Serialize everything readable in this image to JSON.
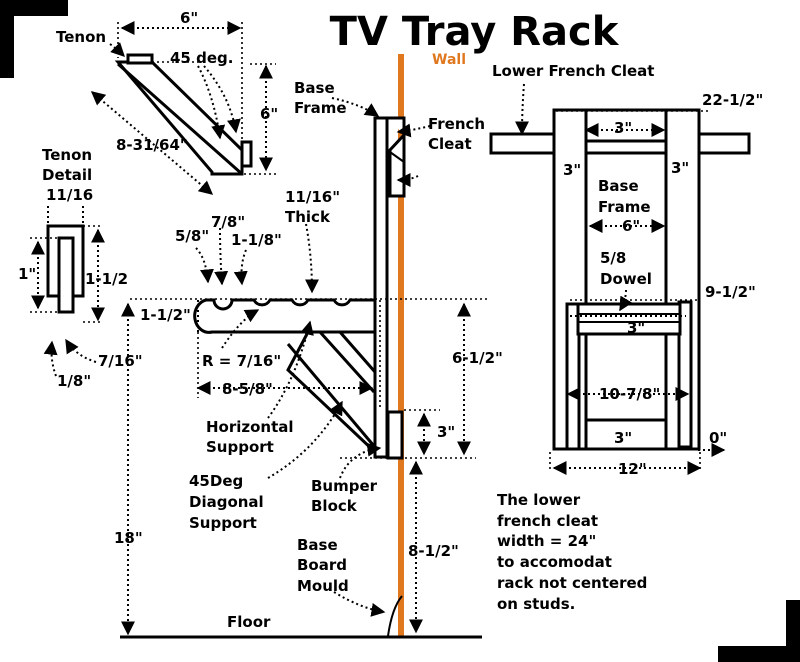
{
  "title": "TV Tray Rack",
  "colors": {
    "wall": "#e07820",
    "ink": "#000000",
    "background": "#ffffff"
  },
  "labels": {
    "tenon": "Tenon",
    "deg45": "45 deg.",
    "dim_6_top": "6\"",
    "dim_6_side": "6\"",
    "dim_8_31_64": "8-31/64\"",
    "tenon_detail_1": "Tenon",
    "tenon_detail_2": "Detail",
    "tenon_11_16": "11/16",
    "tenon_1": "1\"",
    "tenon_1_1_2": "1-1/2",
    "tenon_7_16": "7/16\"",
    "tenon_1_8": "1/8\"",
    "base_frame_1": "Base",
    "base_frame_2": "Frame",
    "wall": "Wall",
    "french_cleat_1": "French",
    "french_cleat_2": "Cleat",
    "thick_1": "11/16\"",
    "thick_2": "Thick",
    "dim_5_8": "5/8\"",
    "dim_7_8": "7/8\"",
    "dim_1_1_8": "1-1/8\"",
    "dim_1_1_2": "1-1/2\"",
    "radius": "R = 7/16\"",
    "dim_8_5_8": "8-5/8\"",
    "dim_6_1_2": "6-1/2\"",
    "dim_3_side": "3\"",
    "horizontal_1": "Horizontal",
    "horizontal_2": "Support",
    "diagonal_1": "45Deg",
    "diagonal_2": "Diagonal",
    "diagonal_3": "Support",
    "bumper_1": "Bumper",
    "bumper_2": "Block",
    "dim_18": "18\"",
    "baseboard_1": "Base",
    "baseboard_2": "Board",
    "baseboard_3": "Mould",
    "dim_8_1_2": "8-1/2\"",
    "floor": "Floor",
    "lower_french_cleat": "Lower French Cleat",
    "dim_22_1_2": "22-1/2\"",
    "front_3_top": "3\"",
    "front_3_left": "3\"",
    "front_3_right": "3\"",
    "front_base_1": "Base",
    "front_base_2": "Frame",
    "front_6": "6\"",
    "dowel_1": "5/8",
    "dowel_2": "Dowel",
    "dim_9_1_2": "9-1/2\"",
    "front_3_mid": "3\"",
    "dim_10_7_8": "10-7/8\"",
    "front_3_bottom": "3\"",
    "dim_0": "0\"",
    "dim_12": "12\""
  },
  "note": [
    "The lower",
    "french cleat",
    "width = 24\"",
    "to accomodat",
    "rack not centered",
    "on studs."
  ]
}
